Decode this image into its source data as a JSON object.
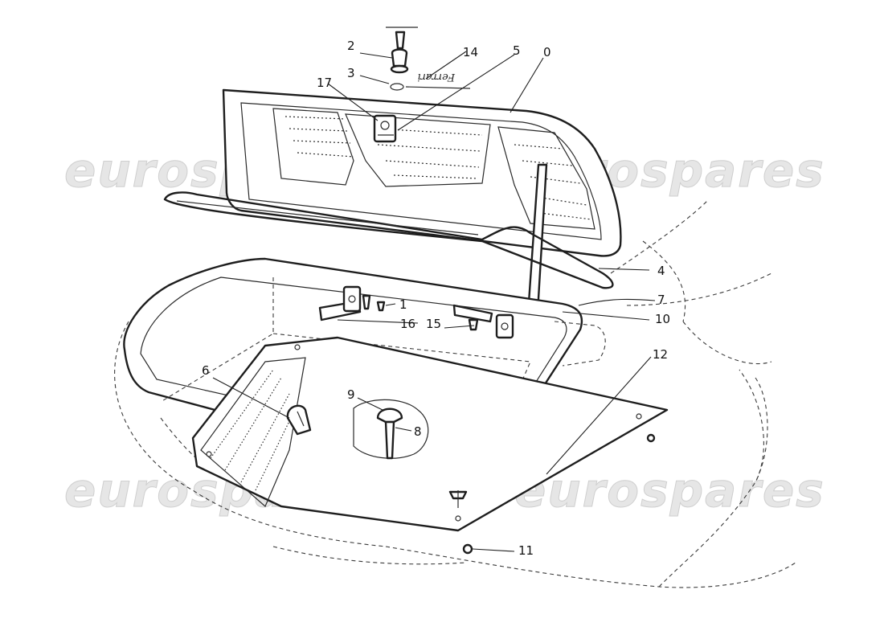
{
  "watermark": {
    "top_left": "eurospares",
    "top_right": "eurospares",
    "bottom_left": "eurospares",
    "bottom_right": "eurospares"
  },
  "badge_text": "Ferrari",
  "callouts": {
    "c0": "0",
    "c1": "1",
    "c2": "2",
    "c3": "3",
    "c4": "4",
    "c5": "5",
    "c6": "6",
    "c7": "7",
    "c8": "8",
    "c9": "9",
    "c10": "10",
    "c11": "11",
    "c12": "12",
    "c14": "14",
    "c15": "15",
    "c16": "16",
    "c17": "17"
  }
}
